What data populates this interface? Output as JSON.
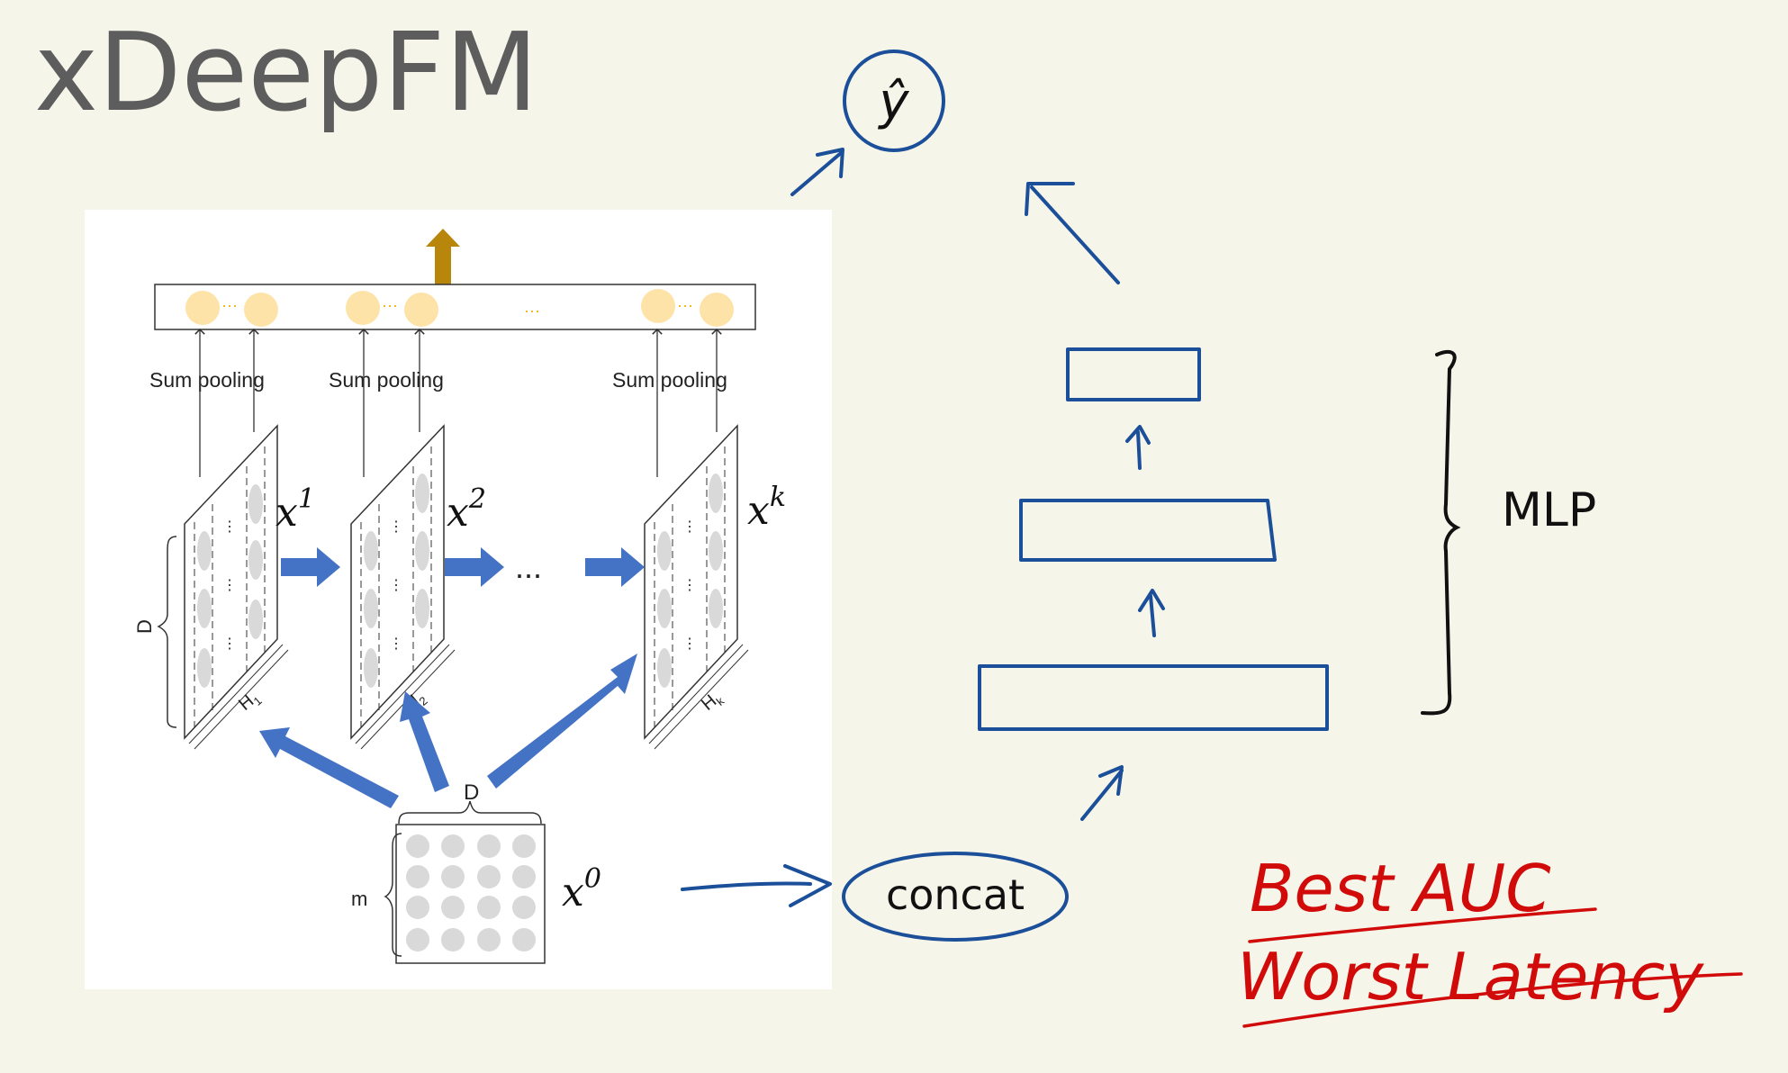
{
  "title": "xDeepFM",
  "cin": {
    "sum_pooling_label": "Sum pooling",
    "ellipsis": "...",
    "layers": [
      {
        "label": "x",
        "sup": "1",
        "h": "H",
        "hsub": "1"
      },
      {
        "label": "x",
        "sup": "2",
        "h": "H",
        "hsub": "2"
      },
      {
        "label": "x",
        "sup": "k",
        "h": "H",
        "hsub": "k"
      }
    ],
    "input": {
      "label": "x",
      "sup": "0",
      "d_label": "D",
      "m_label": "m"
    },
    "d_label": "D"
  },
  "concat_label": "concat",
  "output_label": "ŷ",
  "mlp_label": "MLP",
  "note_line1": "Best AUC",
  "note_line2": "Worst Latency",
  "colors": {
    "ink_gray": "#5d5d5d",
    "diagram_blue": "#1b4f99",
    "arrow_blue": "#4472c4",
    "note_red": "#d10a0a",
    "pool_yellow": "#fde3a7",
    "output_arrow_gold": "#b8860b"
  }
}
